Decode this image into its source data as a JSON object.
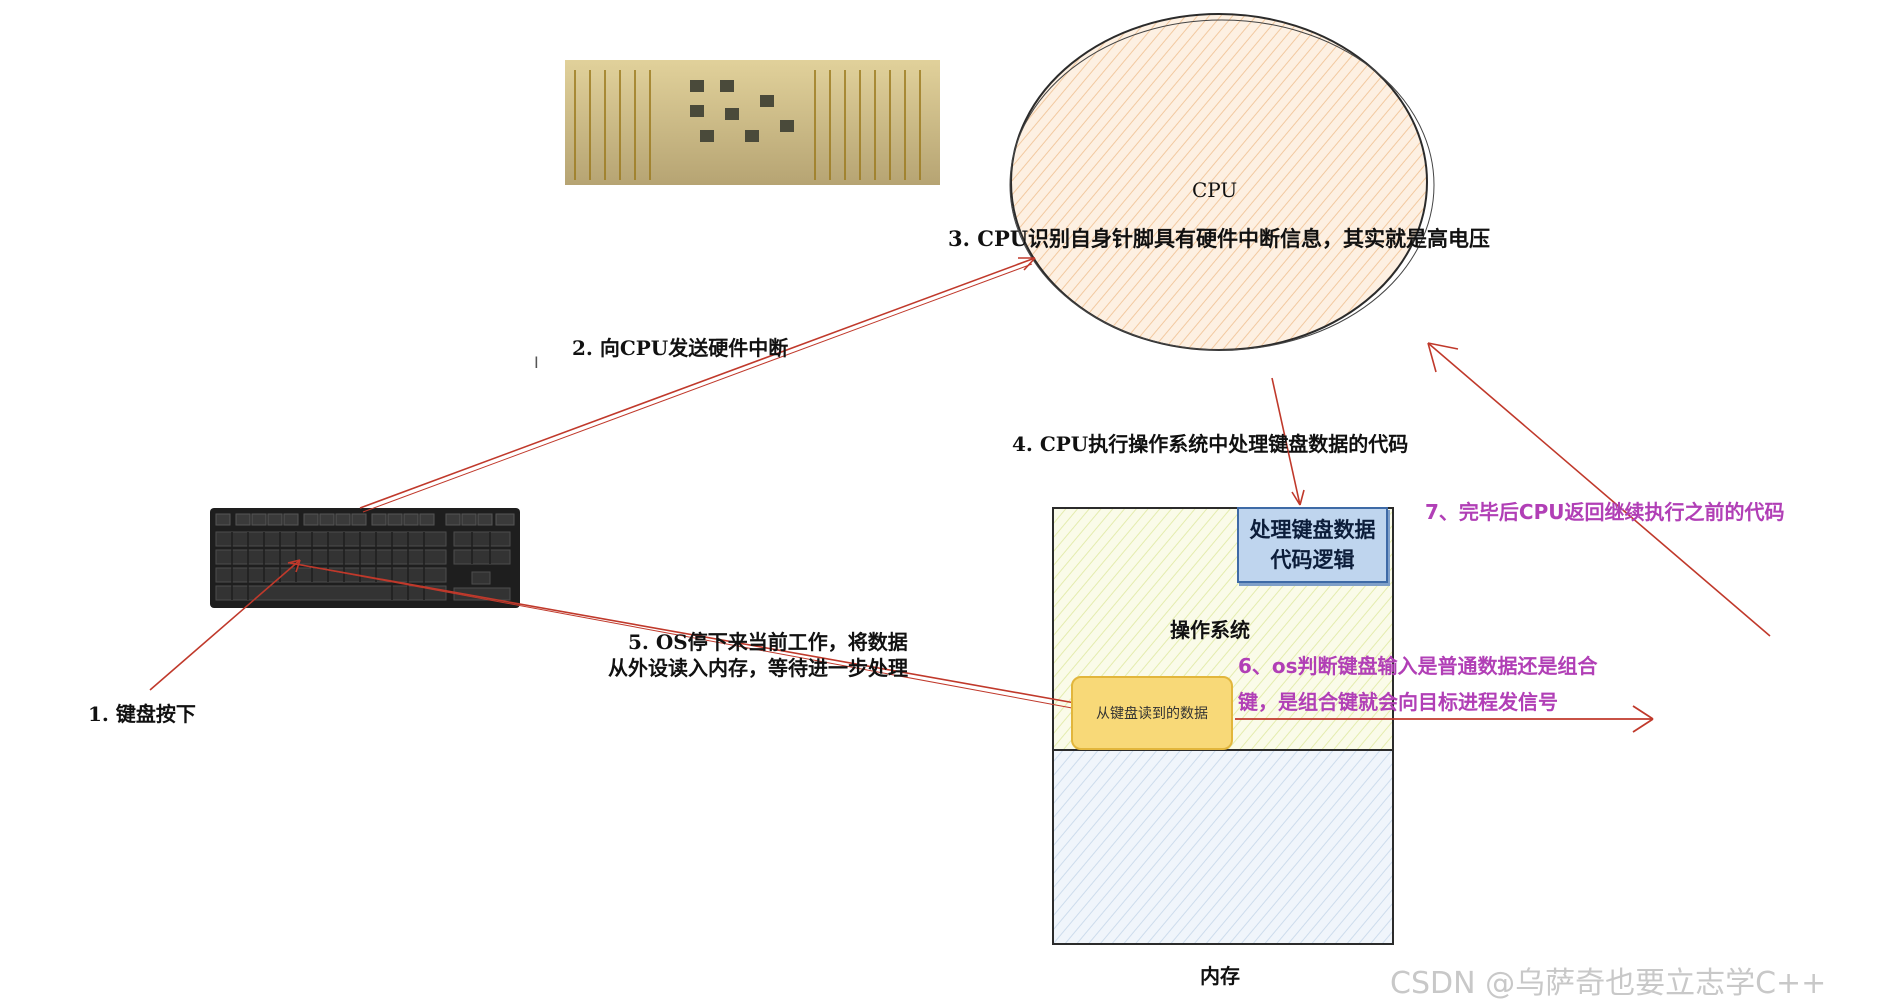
{
  "cpu": {
    "label": "CPU"
  },
  "memory": {
    "label": "内存",
    "os_label": "操作系统",
    "code_block_label": "处理键盘数据代码逻辑",
    "keyboard_data_label": "从键盘读到的数据"
  },
  "steps": {
    "step1": "1. 键盘按下",
    "step2": "2. 向CPU发送硬件中断",
    "step3": "3. CPU识别自身针脚具有硬件中断信息，其实就是高电压",
    "step4": "4. CPU执行操作系统中处理键盘数据的代码",
    "step5_line1": "5. OS停下来当前工作，将数据",
    "step5_line2": "从外设读入内存，等待进一步处理",
    "step6_line1": "6、os判断键盘输入是普通数据还是组合",
    "step6_line2": "键，是组合键就会向目标进程发信号",
    "step7": "7、完毕后CPU返回继续执行之前的代码"
  },
  "watermark": "CSDN @乌萨奇也要立志学C++",
  "colors": {
    "arrow_red": "#c0392b",
    "purple_text": "#b13fb6",
    "cpu_fill": "#fbe9d8",
    "os_fill": "#f4f7dc",
    "free_memory_fill": "#e4ecf6"
  }
}
